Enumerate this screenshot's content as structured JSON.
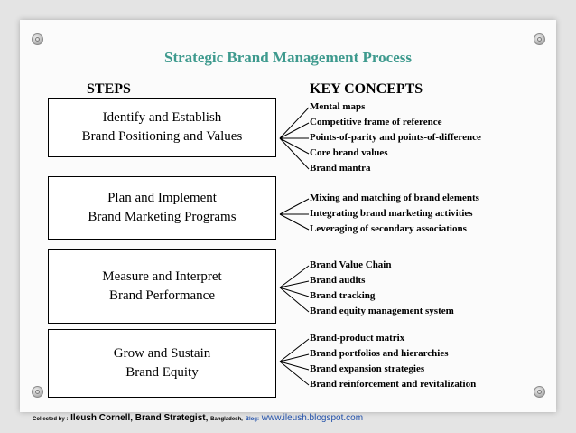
{
  "title": "Strategic Brand Management  Process",
  "headers": {
    "steps": "STEPS",
    "key_concepts": "KEY CONCEPTS"
  },
  "steps": [
    {
      "line1": "Identify and Establish",
      "line2": "Brand Positioning and Values"
    },
    {
      "line1": "Plan and Implement",
      "line2": "Brand Marketing Programs"
    },
    {
      "line1": "Measure and Interpret",
      "line2": "Brand Performance"
    },
    {
      "line1": "Grow and Sustain",
      "line2": "Brand Equity"
    }
  ],
  "concepts": [
    [
      "Mental maps",
      "Competitive frame of reference",
      "Points-of-parity and points-of-difference",
      "Core brand values",
      "Brand mantra"
    ],
    [
      "Mixing and matching of brand elements",
      "Integrating brand marketing activities",
      "Leveraging of secondary associations"
    ],
    [
      "Brand Value Chain",
      "Brand audits",
      "Brand tracking",
      "Brand equity management system"
    ],
    [
      "Brand-product matrix",
      "Brand portfolios and hierarchies",
      "Brand expansion strategies",
      "Brand reinforcement and revitalization"
    ]
  ],
  "footer": {
    "collected_by": "Collected by :",
    "author": "Ileush Cornell, Brand Strategist,",
    "country": "Bangladesh,",
    "blog_label": "Blog:",
    "url": "www.ileush.blogspot.com"
  },
  "colors": {
    "title": "#3e9a8e",
    "footer_link": "#1f4ea8"
  }
}
